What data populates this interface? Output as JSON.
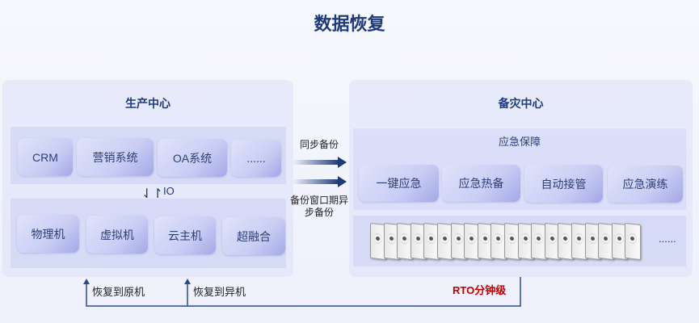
{
  "title": "数据恢复",
  "production": {
    "title": "生产中心",
    "apps": [
      "CRM",
      "营销系统",
      "OA系统",
      "......"
    ],
    "io_label": "IO",
    "infra": [
      "物理机",
      "虚拟机",
      "云主机",
      "超融合"
    ]
  },
  "transfer": {
    "sync": "同步备份",
    "async": "备份窗口期异步备份"
  },
  "dr": {
    "title": "备灾中心",
    "emergency_title": "应急保障",
    "emergency": [
      "一键应急",
      "应急热备",
      "自动接管",
      "应急演练"
    ],
    "disk_count": 20,
    "more": "......"
  },
  "restore": {
    "original": "恢复到原机",
    "other": "恢复到异机",
    "rto": "RTO分钟级"
  },
  "colors": {
    "accent": "#1e3a78",
    "rto": "#c00000"
  }
}
